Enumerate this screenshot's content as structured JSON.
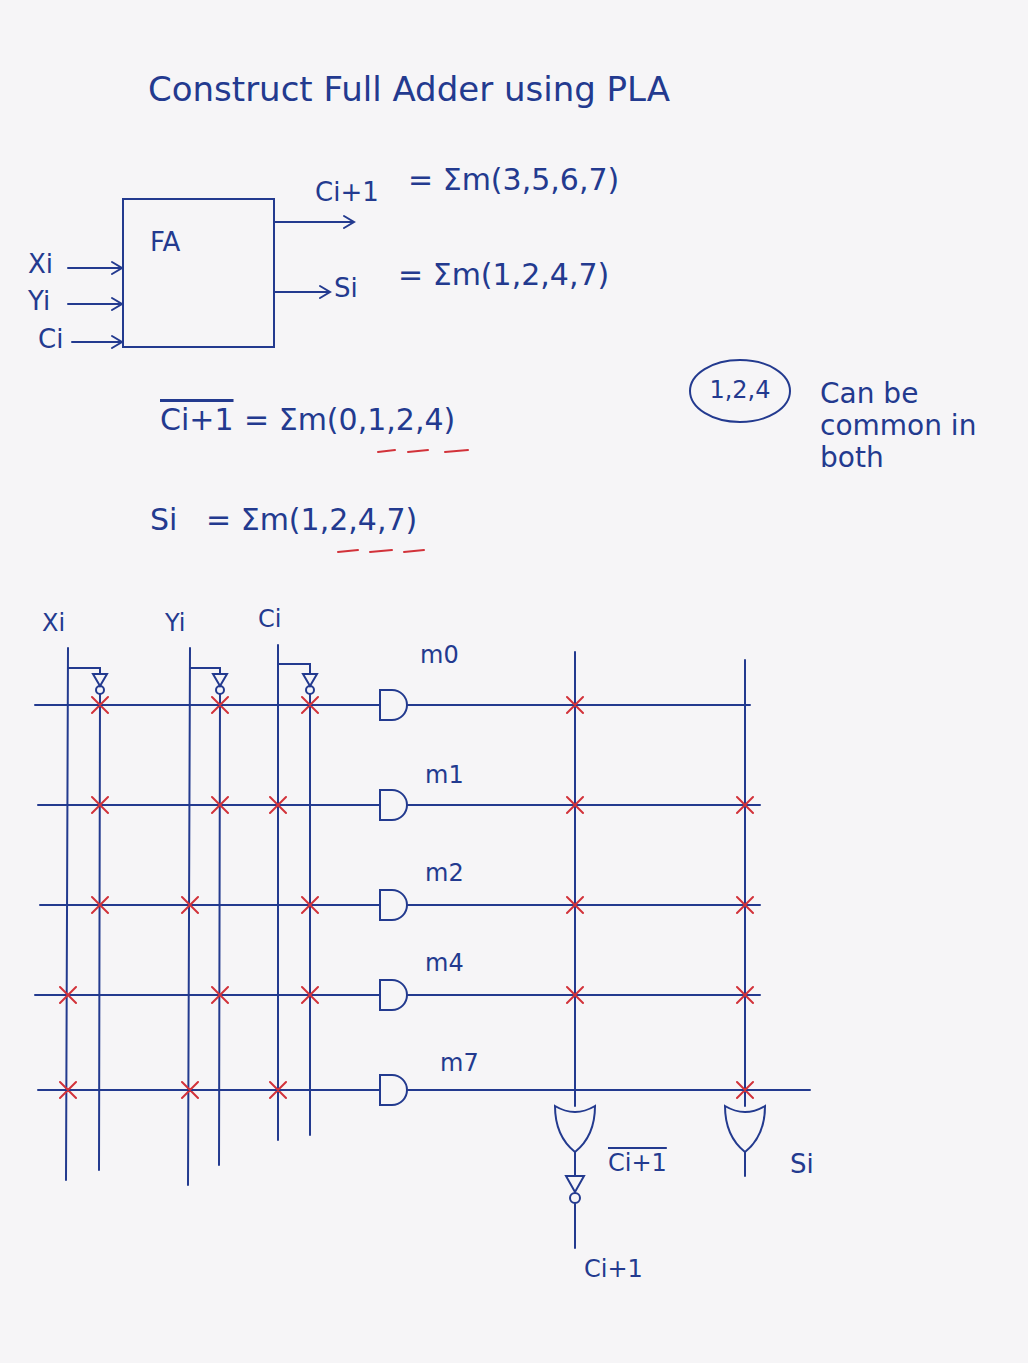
{
  "diagram": {
    "title": "Construct Full Adder using PLA",
    "nodes": [
      {
        "text": [
          "FA"
        ]
      },
      {
        "text": [
          "1,2,4"
        ]
      }
    ],
    "labels": [
      "Ci+1",
      "= Σm(3,5,6,7)",
      "Xi",
      "Yi",
      "Ci",
      "Si",
      "= Σm(1,2,4,7)",
      "Ci+1",
      "= Σm(0,1,2,4)",
      "Si",
      "= Σm(1,2,4,7)",
      "Can be common in both",
      "Xi",
      "Yi",
      "Ci",
      "m0",
      "m1",
      "m2",
      "m4",
      "m7",
      "Ci+1",
      "Ci+1",
      "Si"
    ]
  }
}
